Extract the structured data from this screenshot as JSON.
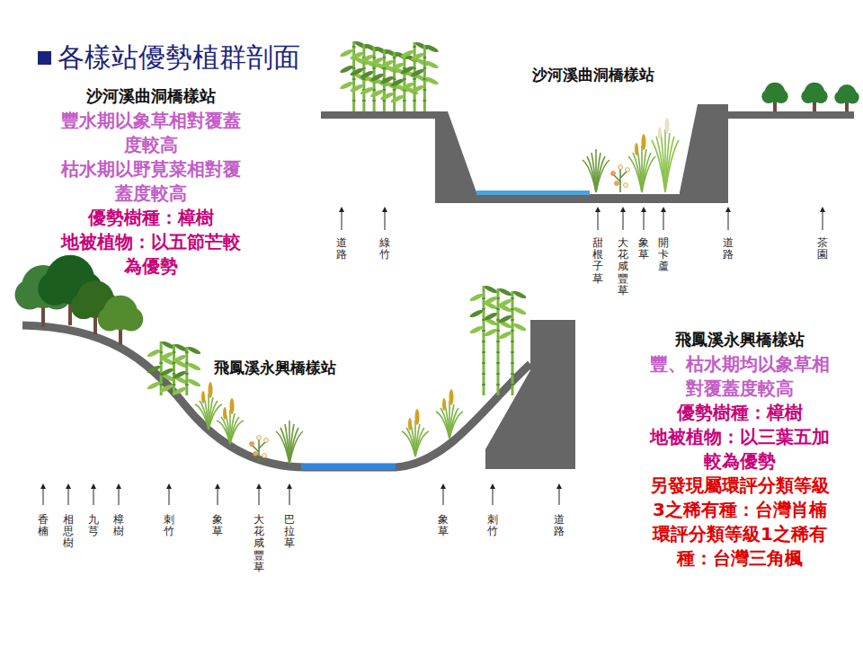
{
  "diagram": {
    "title": "各樣站優勢植群剖面",
    "labels": [
      "沙河溪曲洞橋樣站",
      "豐水期以象草相對覆蓋度較高",
      "枯水期以野莧菜相對覆蓋度較高",
      "優勢樹種：樟樹",
      "地被植物：以五節芒較為優勢",
      "沙河溪曲洞橋樣站",
      "道路",
      "綠竹",
      "甜根子草",
      "大花咸豐草",
      "象草",
      "開卡蘆",
      "道路",
      "茶園",
      "飛鳳溪永興橋樣站",
      "香楠",
      "相思樹",
      "九芎",
      "樟樹",
      "刺竹",
      "象草",
      "大花咸豐草",
      "巴拉草",
      "象草",
      "刺竹",
      "道路",
      "飛鳳溪永興橋樣站",
      "豐、枯水期均以象草相對覆蓋度較高",
      "優勢樹種：樟樹",
      "地被植物：以三葉五加較為優勢",
      "另發現屬環評分類等級3之稀有種：台灣肖楠環評分類等級1之稀有種：台灣三角楓"
    ]
  }
}
